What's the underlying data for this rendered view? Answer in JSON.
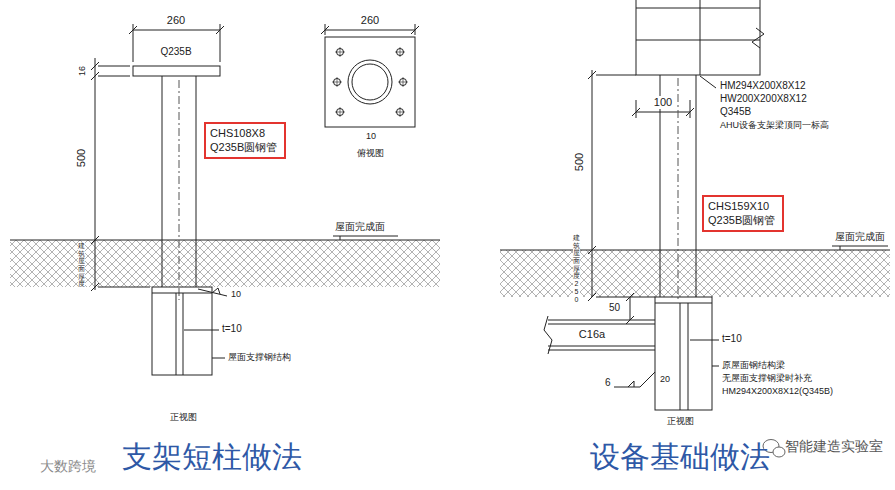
{
  "diagram": {
    "nodes": [
      {
        "text": [
          "CHS108X8",
          "Q235B圆钢管"
        ]
      },
      {
        "text": [
          "CHS159X10",
          "Q235B圆钢管"
        ]
      }
    ],
    "labels": [
      "260",
      "Q235B",
      "16",
      "500",
      "260",
      "10",
      "俯视图",
      "屋面完成面",
      "建筑屋面厚度",
      "10",
      "t=10",
      "屋面支撑钢结构",
      "正视图",
      "支架短柱做法",
      "100",
      "HM294X200X8X12",
      "HW200X200X8X12",
      "Q345B",
      "AHU设备支架梁顶同一标高",
      "500",
      "屋面完成面",
      "建筑屋面厚度250",
      "50",
      "C16a",
      "t=10",
      "6",
      "20",
      "原屋面钢结构梁",
      "无屋面支撑钢梁时补充",
      "HM294X200X8X12(Q345B)",
      "正视图",
      "设备基础做法",
      "大数跨境",
      "智能建造实验室"
    ]
  }
}
